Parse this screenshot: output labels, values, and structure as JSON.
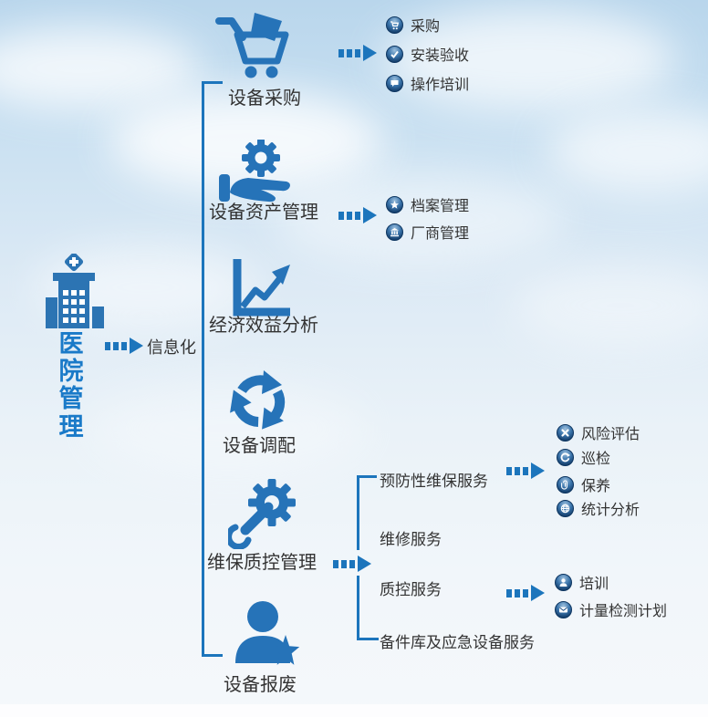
{
  "colors": {
    "primary": "#1c75bc",
    "text": "#333333",
    "root_text": "#1a7ac8"
  },
  "root": {
    "label": "医院管理",
    "connector_label": "信息化"
  },
  "branches": [
    {
      "label": "设备采购",
      "icon": "shopping-cart",
      "children": [
        {
          "icon": "cart",
          "label": "采购"
        },
        {
          "icon": "check",
          "label": "安装验收"
        },
        {
          "icon": "chat",
          "label": "操作培训"
        }
      ]
    },
    {
      "label": "设备资产管理",
      "icon": "hand-gear",
      "children": [
        {
          "icon": "star",
          "label": "档案管理"
        },
        {
          "icon": "bank",
          "label": "厂商管理"
        }
      ]
    },
    {
      "label": "经济效益分析",
      "icon": "line-chart",
      "children": []
    },
    {
      "label": "设备调配",
      "icon": "recycle",
      "children": []
    },
    {
      "label": "维保质控管理",
      "icon": "gear-wrench",
      "sub_branches": [
        {
          "label": "预防性维保服务",
          "children": [
            {
              "icon": "x-mark",
              "label": "风险评估"
            },
            {
              "icon": "refresh",
              "label": "巡检"
            },
            {
              "icon": "paperclip",
              "label": "保养"
            },
            {
              "icon": "globe",
              "label": "统计分析"
            }
          ]
        },
        {
          "label": "维修服务",
          "children": []
        },
        {
          "label": "质控服务",
          "children": [
            {
              "icon": "person",
              "label": "培训"
            },
            {
              "icon": "envelope",
              "label": "计量检测计划"
            }
          ]
        },
        {
          "label": "备件库及应急设备服务",
          "children": []
        }
      ]
    },
    {
      "label": "设备报废",
      "icon": "user-star",
      "children": []
    }
  ]
}
